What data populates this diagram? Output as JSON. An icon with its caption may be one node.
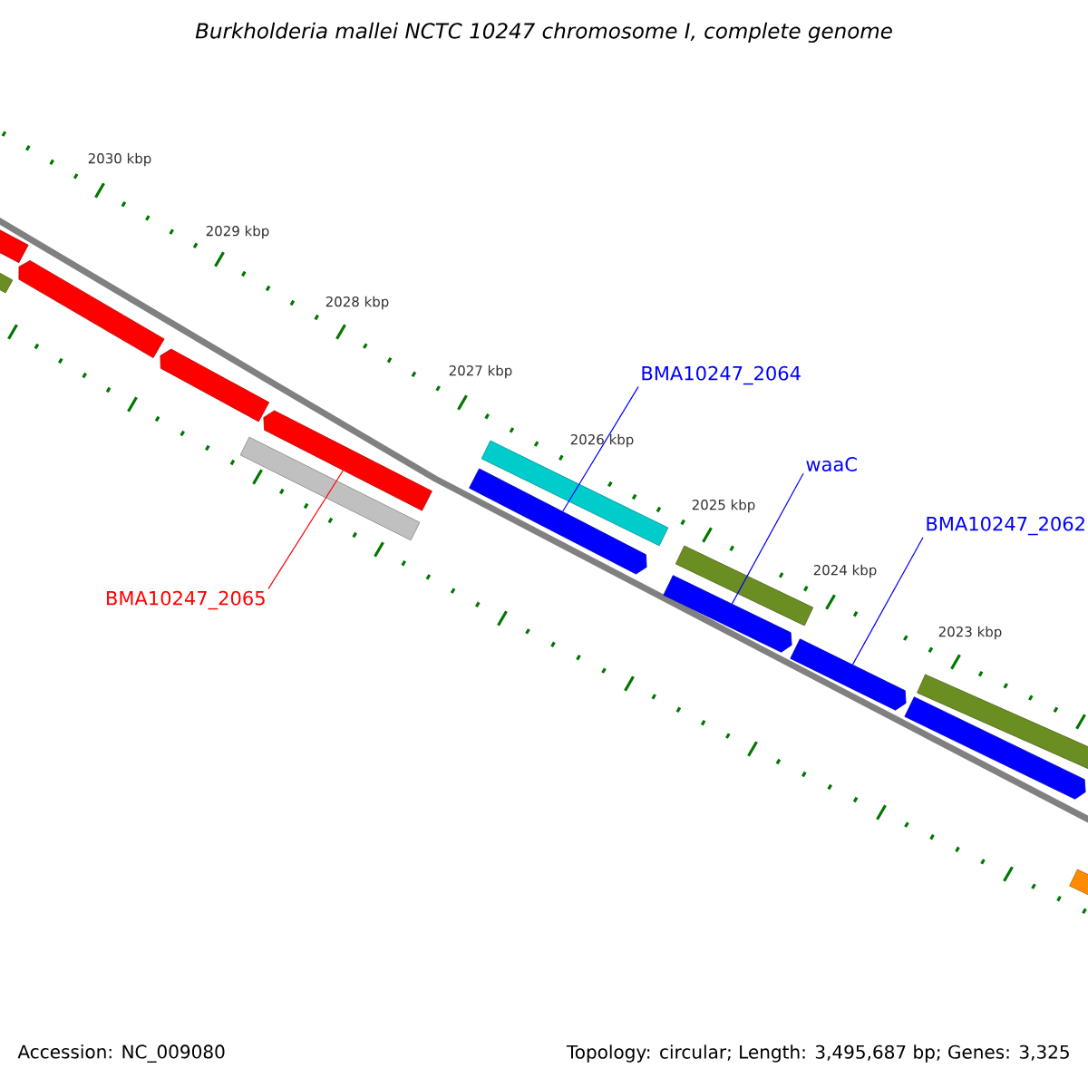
{
  "diagram": {
    "title": "Burkholderia mallei NCTC 10247 chromosome I, complete genome",
    "nodes": [
      {
        "text": [
          "BMA10247_2064"
        ]
      },
      {
        "text": [
          "waaC"
        ]
      },
      {
        "text": [
          "BMA10247_2062"
        ]
      },
      {
        "text": [
          "BMA10247_2065"
        ]
      },
      {
        "text": [],
        "shape": "bar"
      },
      {
        "text": [],
        "shape": "bar"
      },
      {
        "text": [],
        "shape": "bar"
      },
      {
        "text": [],
        "shape": "bar"
      },
      {
        "text": [],
        "shape": "bar"
      },
      {
        "text": [],
        "shape": "bar"
      },
      {
        "text": [],
        "shape": "bar"
      },
      {
        "text": [],
        "shape": "bar"
      },
      {
        "text": [],
        "shape": "bar"
      },
      {
        "text": [],
        "shape": "bar"
      },
      {
        "text": [],
        "shape": "bar"
      },
      {
        "text": [],
        "shape": "bar"
      },
      {
        "text": [],
        "shape": "bar"
      },
      {
        "text": [],
        "shape": "bar"
      }
    ],
    "edges": [
      {
        "from": 0,
        "to": 10,
        "arrow": "none"
      },
      {
        "from": 1,
        "to": 12,
        "arrow": "none"
      },
      {
        "from": 2,
        "to": 14,
        "arrow": "none"
      },
      {
        "from": 3,
        "to": 9,
        "arrow": "none",
        "color": "#ff0000"
      }
    ],
    "labels": [
      "2030 kbp",
      "2029 kbp",
      "2028 kbp",
      "2027 kbp",
      "2026 kbp",
      "2025 kbp",
      "2024 kbp",
      "2023 kbp",
      "Accession: NC_009080",
      "Topology: circular; Length: 3,495,687 bp; Genes: 3,325"
    ]
  }
}
